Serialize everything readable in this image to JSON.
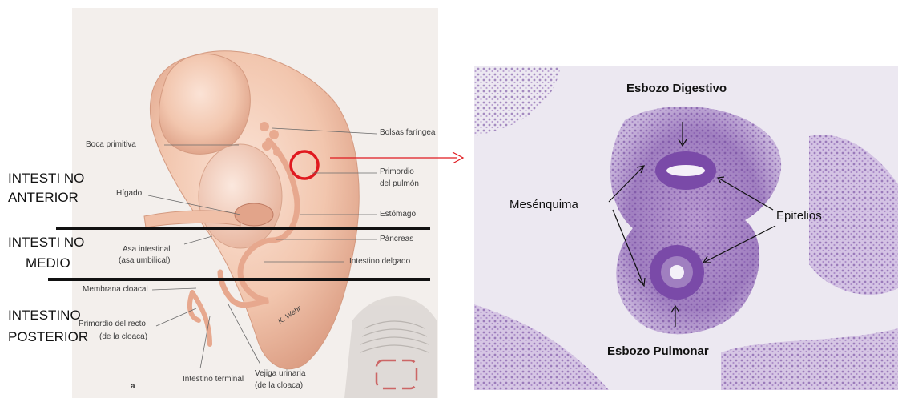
{
  "left_figure": {
    "panel_letter": "a",
    "signature": "K. Wehr",
    "labels": {
      "boca_primitiva": "Boca primitiva",
      "bolsas_faringeas": "Bolsas faríngea",
      "primordio_pulmon_1": "Primordio",
      "primordio_pulmon_2": "del pulmón",
      "higado": "Hígado",
      "estomago": "Estómago",
      "pancreas": "Páncreas",
      "asa_intestinal_1": "Asa intestinal",
      "asa_intestinal_2": "(asa umbilical)",
      "intestino_delgado": "Intestino delgado",
      "membrana_cloacal": "Membrana cloacal",
      "primordio_recto_1": "Primordio del recto",
      "primordio_recto_2": "(de la cloaca)",
      "intestino_terminal": "Intestino terminal",
      "vejiga_1": "Vejiga urinaria",
      "vejiga_2": "(de la cloaca)"
    }
  },
  "regions": {
    "anterior_1": "INTESTI NO",
    "anterior_2": "ANTERIOR",
    "medio_1": "INTESTI NO",
    "medio_2": "MEDIO",
    "posterior_1": "INTESTINO",
    "posterior_2": "POSTERIOR"
  },
  "micrograph": {
    "esbozo_digestivo": "Esbozo Digestivo",
    "esbozo_pulmonar": "Esbozo Pulmonar",
    "mesenquima": "Mesénquima",
    "epitelios": "Epitelios"
  },
  "colors": {
    "highlight": "#e0191f",
    "arrow": "#e0191f",
    "tissue": "#8a5bb0",
    "embryo": "#f2c7ae"
  }
}
